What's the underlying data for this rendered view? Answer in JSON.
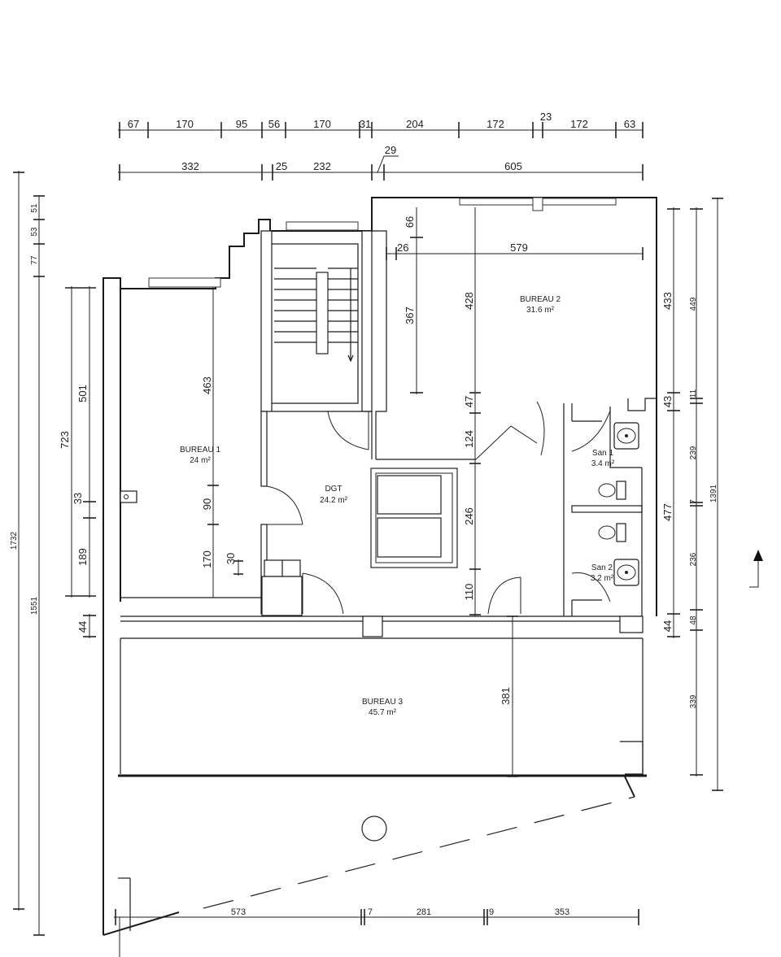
{
  "rooms": {
    "bureau1": {
      "name": "BUREAU 1",
      "area": "24 m²"
    },
    "bureau2": {
      "name": "BUREAU 2",
      "area": "31.6 m²"
    },
    "bureau3": {
      "name": "BUREAU 3",
      "area": "45.7 m²"
    },
    "dgt": {
      "name": "DGT",
      "area": "24.2 m²"
    },
    "san1": {
      "name": "San 1",
      "area": "3.4 m²"
    },
    "san2": {
      "name": "San 2",
      "area": "3.2 m²"
    }
  },
  "dimensions": {
    "top_row1": [
      "67",
      "170",
      "95",
      "56",
      "170",
      "31",
      "204",
      "172",
      "23",
      "172",
      "63"
    ],
    "top_row2": [
      "332",
      "25",
      "232",
      "29",
      "605"
    ],
    "bottom_row": [
      "573",
      "7",
      "281",
      "9",
      "353"
    ],
    "left_outer": [
      "1732",
      "1551",
      "77",
      "53",
      "51"
    ],
    "left_inner": [
      "723",
      "501",
      "33",
      "189",
      "44"
    ],
    "bureau1_vertical": [
      "463",
      "90",
      "170",
      "30"
    ],
    "bureau2": [
      "66",
      "26",
      "579",
      "367",
      "428"
    ],
    "center_vertical": [
      "47",
      "124",
      "246",
      "110"
    ],
    "bureau3_vertical": [
      "381"
    ],
    "right_inner": [
      "433",
      "43",
      "477",
      "44"
    ],
    "right_col2": [
      "449",
      "11",
      "239",
      "7",
      "236",
      "48",
      "339"
    ],
    "right_outer": [
      "1391"
    ]
  }
}
